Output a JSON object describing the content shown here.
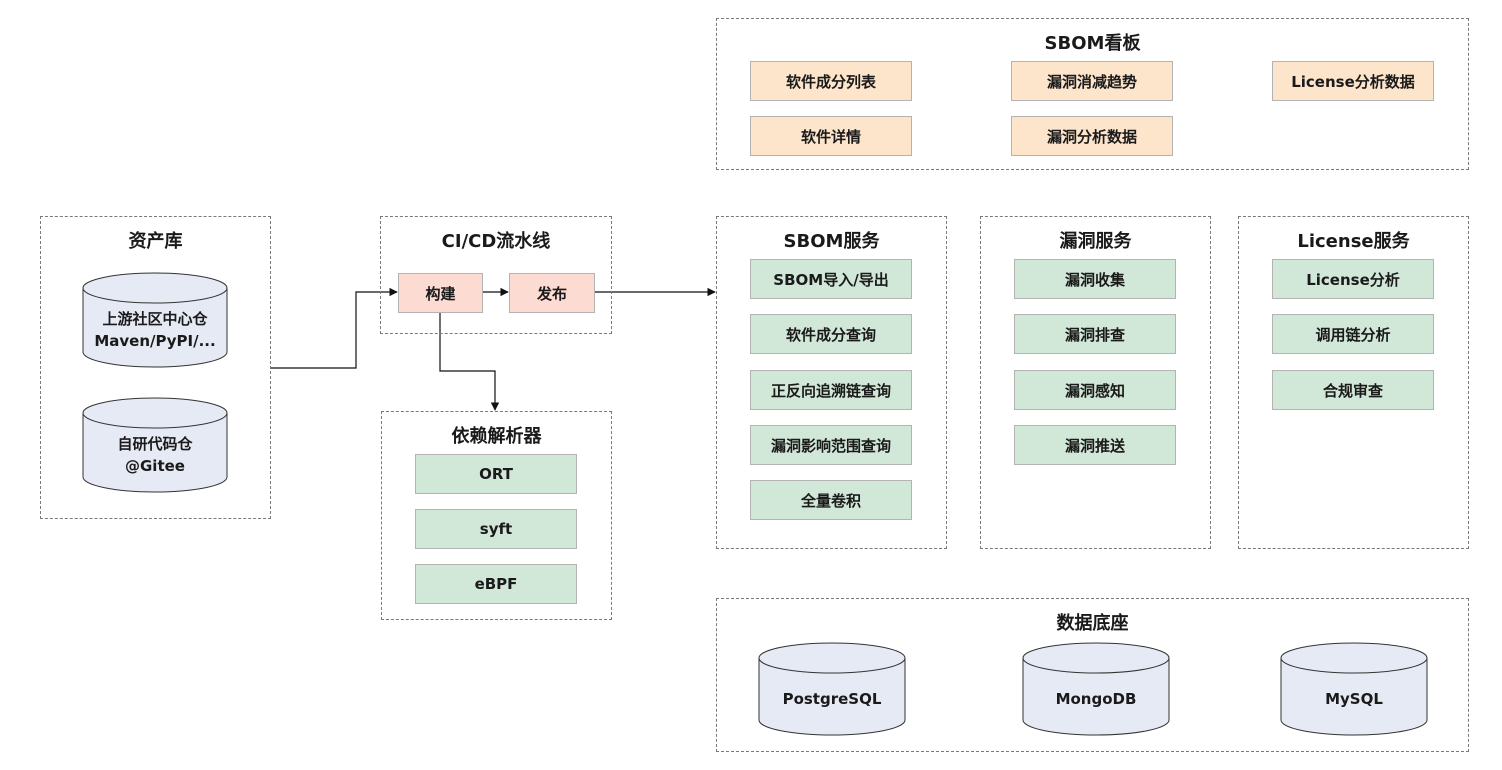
{
  "colors": {
    "service_box": "#d1e7d8",
    "dashboard_box": "#fde5cc",
    "pipeline_box": "#fcdcd2",
    "database": "#e6eaf5",
    "group_border": "#7a7a7a"
  },
  "asset_repo": {
    "title": "资产库",
    "repos": [
      {
        "line1": "上游社区中心仓",
        "line2": "Maven/PyPI/..."
      },
      {
        "line1": "自研代码仓",
        "line2": "@Gitee"
      }
    ]
  },
  "cicd": {
    "title": "CI/CD流水线",
    "steps": [
      "构建",
      "发布"
    ]
  },
  "dependency_parser": {
    "title": "依赖解析器",
    "items": [
      "ORT",
      "syft",
      "eBPF"
    ]
  },
  "dashboard": {
    "title": "SBOM看板",
    "items": [
      "软件成分列表",
      "漏洞消减趋势",
      "License分析数据",
      "软件详情",
      "漏洞分析数据"
    ]
  },
  "sbom_service": {
    "title": "SBOM服务",
    "items": [
      "SBOM导入/导出",
      "软件成分查询",
      "正反向追溯链查询",
      "漏洞影响范围查询",
      "全量卷积"
    ]
  },
  "vuln_service": {
    "title": "漏洞服务",
    "items": [
      "漏洞收集",
      "漏洞排查",
      "漏洞感知",
      "漏洞推送"
    ]
  },
  "license_service": {
    "title": "License服务",
    "items": [
      "License分析",
      "调用链分析",
      "合规审查"
    ]
  },
  "data_base": {
    "title": "数据底座",
    "databases": [
      "PostgreSQL",
      "MongoDB",
      "MySQL"
    ]
  }
}
